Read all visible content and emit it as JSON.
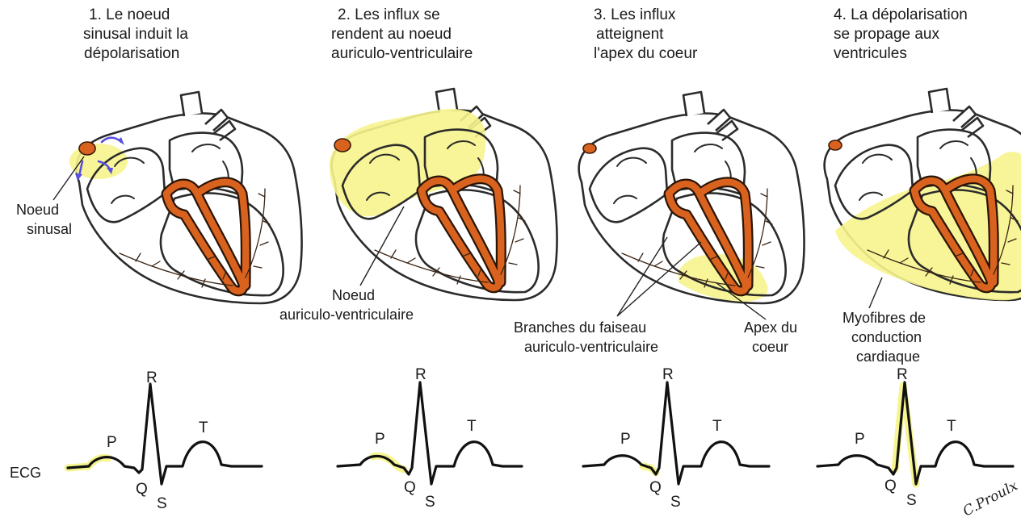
{
  "steps": [
    {
      "title_lines": [
        "1. Le noeud",
        "sinusal induit la",
        "dépolarisation"
      ]
    },
    {
      "title_lines": [
        "2. Les influx se",
        "rendent au noeud",
        "auriculo-ventriculaire"
      ]
    },
    {
      "title_lines": [
        "3. Les influx",
        "atteignent",
        "l'apex du coeur"
      ]
    },
    {
      "title_lines": [
        "4. La dépolarisation",
        "se propage aux",
        "ventricules"
      ]
    }
  ],
  "labels": {
    "noeud_sinusal": [
      "Noeud",
      "sinusal"
    ],
    "noeud_av": [
      "Noeud",
      "auriculo-ventriculaire"
    ],
    "branches": [
      "Branches du faiseau",
      "auriculo-ventriculaire"
    ],
    "apex": [
      "Apex du",
      "coeur"
    ],
    "myofibres": [
      "Myofibres de",
      "conduction",
      "cardiaque"
    ],
    "ecg": "ECG"
  },
  "ecg_waves": {
    "p": "P",
    "q": "Q",
    "r": "R",
    "s": "S",
    "t": "T"
  },
  "highlight_color": "#f6f48c",
  "conduction_color": "#d9631e",
  "signature": "C.Proulx"
}
